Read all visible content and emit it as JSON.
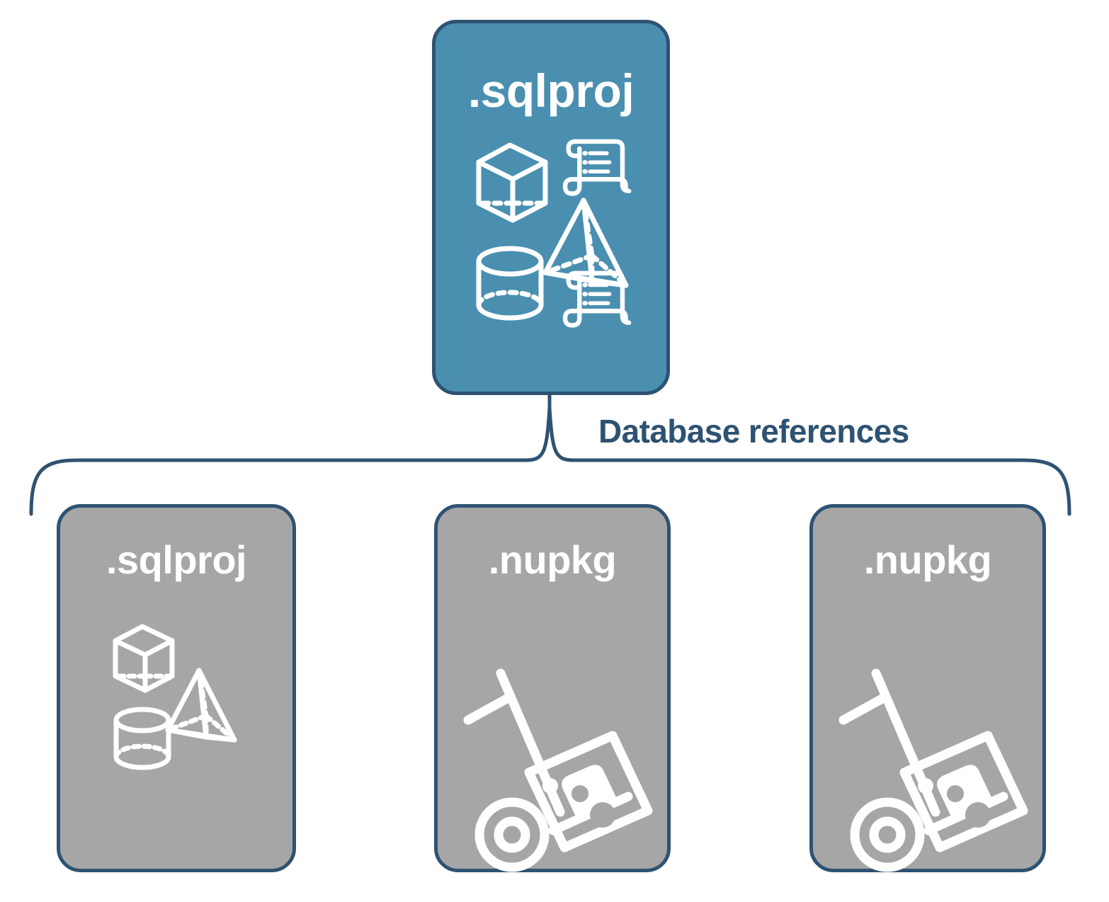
{
  "diagram": {
    "title": "Database references",
    "colors": {
      "primary_card_fill": "#4a8fb0",
      "secondary_card_fill": "#a6a6a6",
      "border": "#2e5272",
      "label_text": "#2e5272",
      "card_text": "#ffffff",
      "background": "#ffffff"
    },
    "connector": {
      "label": "Database references",
      "type": "curly-brace",
      "parent": "card-top",
      "children": [
        "card-b1",
        "card-b2",
        "card-b3"
      ]
    },
    "nodes": [
      {
        "id": "card-top",
        "label": ".sqlproj",
        "role": "primary",
        "fill": "#4a8fb0",
        "icons": [
          "cube-icon",
          "scroll-icon",
          "pyramid-icon",
          "cylinder-icon",
          "scroll-icon"
        ]
      },
      {
        "id": "card-b1",
        "label": ".sqlproj",
        "role": "reference",
        "fill": "#a6a6a6",
        "icons": [
          "cube-icon",
          "pyramid-icon",
          "cylinder-icon"
        ]
      },
      {
        "id": "card-b2",
        "label": ".nupkg",
        "role": "reference",
        "fill": "#a6a6a6",
        "icons": [
          "hand-truck-package-icon"
        ]
      },
      {
        "id": "card-b3",
        "label": ".nupkg",
        "role": "reference",
        "fill": "#a6a6a6",
        "icons": [
          "hand-truck-package-icon"
        ]
      }
    ]
  }
}
